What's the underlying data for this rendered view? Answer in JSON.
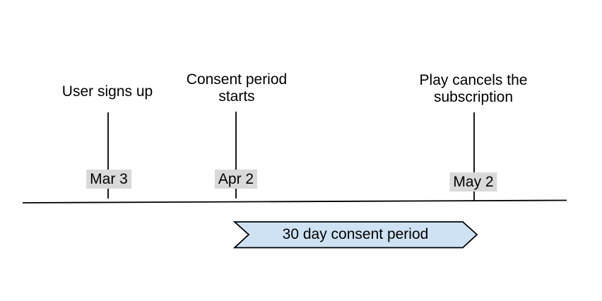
{
  "events": [
    {
      "label": "User signs up",
      "date": "Mar 3"
    },
    {
      "label": "Consent period\nstarts",
      "date": "Apr 2"
    },
    {
      "label": "Play cancels the\nsubscription",
      "date": "May 2"
    }
  ],
  "banner": {
    "label": "30 day consent period",
    "fill": "#cfe2f3",
    "stroke": "#000000"
  },
  "colors": {
    "background": "#ffffff",
    "timeline_line": "#000000",
    "date_chip_bg": "#d9d9d9",
    "text": "#000000"
  }
}
